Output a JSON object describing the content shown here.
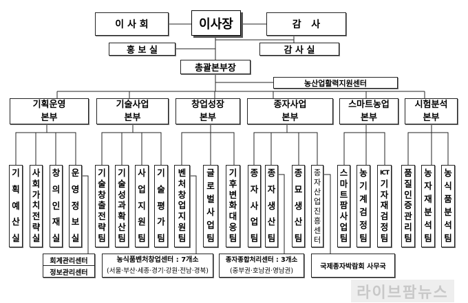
{
  "top": {
    "board": "이 사 회",
    "chairman": "이사장",
    "auditor": "감   사",
    "pr_office": "홍 보 실",
    "audit_office": "감 사 실",
    "general_director": "총괄본부장",
    "agri_center": "농산업활력지원센터"
  },
  "divisions": [
    {
      "line1": "기획운영",
      "line2": "본부"
    },
    {
      "line1": "기술사업",
      "line2": "본부"
    },
    {
      "line1": "창업성장",
      "line2": "본부"
    },
    {
      "line1": "종자사업",
      "line2": "본부"
    },
    {
      "line1": "스마트농업",
      "line2": "본부"
    },
    {
      "line1": "시험분석",
      "line2": "본부"
    }
  ],
  "teams": [
    "기획예산실",
    "사회가치전략실",
    "창의인재실",
    "운영정보실",
    "기술창출전략팀",
    "기술성과확산팀",
    "사업지원팀",
    "기술평가팀",
    "벤처창업지원팀",
    "글로벌사업팀",
    "기후변화대응팀",
    "종자사업팀",
    "종자생산팀",
    "종묘생산팀",
    "종자산업진흥센터",
    "스마트팜사업팀",
    "농기계검정팀",
    "ICT기자재검정팀",
    "품질인증관리팀",
    "농자재분석팀",
    "농식품분석팀"
  ],
  "sub_units": {
    "accounting": "회계관리센터",
    "info": "정보관리센터",
    "venture_center": "농식품벤처창업센터 : 7개소",
    "venture_center_regions": "(서울·부산·세종·경기·강원·전남·경북)",
    "seed_center": "종자종합처리센터 : 3개소",
    "seed_center_regions": "(중부권·호남권·영남권)",
    "seed_expo": "국제종자박람회 사무국"
  },
  "watermark": "라이브팜뉴스"
}
